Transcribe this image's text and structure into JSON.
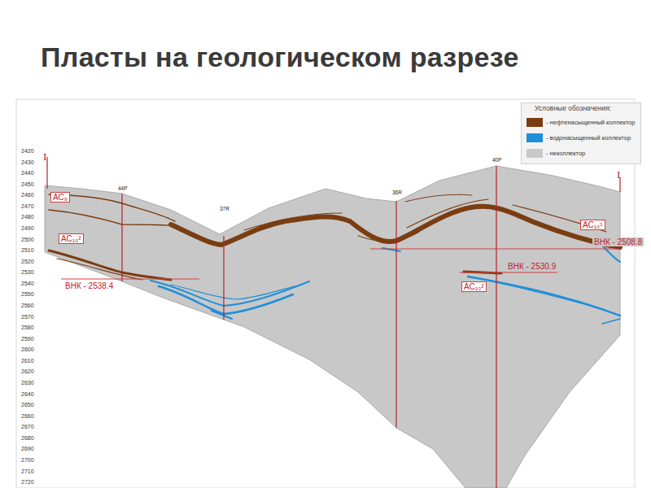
{
  "diagram": {
    "title": "Пласты на геологическом разрезе",
    "labels": [
      "I",
      "I",
      "44Р",
      "37R",
      "36R",
      "40Р",
      "АС₉",
      "АС₁₀²",
      "АС₁₀¹",
      "АС₁₀²",
      "ВНК - 2538.4",
      "ВНК - 2530.9",
      "ВНК - 2508.8",
      "Условные обозначения:",
      "2420",
      "2430",
      "2440",
      "2450",
      "2460",
      "2470",
      "2480",
      "2490",
      "2500",
      "2510",
      "2520",
      "2530",
      "2540",
      "2550",
      "2560",
      "2570",
      "2580",
      "2590",
      "2600",
      "2610",
      "2620",
      "2630",
      "2640",
      "2650",
      "2660",
      "2670",
      "2680",
      "2690",
      "2700",
      "2710",
      "2720"
    ],
    "legend": [
      {
        "text": "- нефтенасыщенный коллектор",
        "color": "#7a3d12"
      },
      {
        "text": "- водонасыщенный коллектор",
        "color": "#1e8fd8"
      },
      {
        "text": "- неколлектор",
        "color": "#c8c8c8"
      }
    ]
  }
}
